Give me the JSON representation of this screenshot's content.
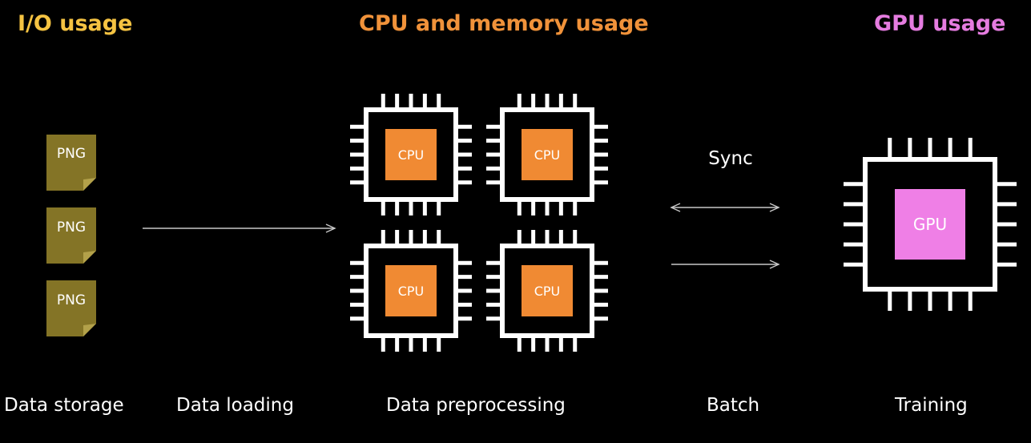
{
  "headings": {
    "io": "I/O usage",
    "cpu_memory": "CPU and memory usage",
    "gpu": "GPU usage"
  },
  "colors": {
    "io": "#f5c342",
    "cpu_memory": "#f0923a",
    "gpu": "#e57ce0",
    "file": "#847426",
    "cpu_core": "#f08a33",
    "gpu_core": "#ef7fe6",
    "line": "#ffffff",
    "arrow": "#c8c8c8"
  },
  "files": [
    "PNG",
    "PNG",
    "PNG"
  ],
  "cpus": [
    "CPU",
    "CPU",
    "CPU",
    "CPU"
  ],
  "gpu_label": "GPU",
  "sync_label": "Sync",
  "stages": {
    "storage": "Data storage",
    "loading": "Data loading",
    "preprocessing": "Data preprocessing",
    "batch": "Batch",
    "training": "Training"
  }
}
